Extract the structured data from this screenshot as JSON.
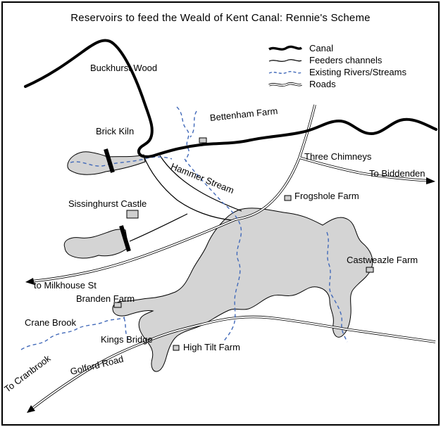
{
  "title": "Reservoirs to feed the Weald of Kent Canal: Rennie's Scheme",
  "legend": {
    "items": [
      {
        "id": "canal",
        "label": "Canal"
      },
      {
        "id": "feeders",
        "label": "Feeders channels"
      },
      {
        "id": "streams",
        "label": "Existing Rivers/Streams"
      },
      {
        "id": "roads",
        "label": "Roads"
      }
    ]
  },
  "labels": {
    "buckhurst_wood": "Buckhurst Wood",
    "brick_kiln": "Brick Kiln",
    "bettenham_farm": "Bettenham Farm",
    "three_chimneys": "Three Chimneys",
    "to_biddenden": "To Biddenden",
    "hammer_stream": "Hammer Stream",
    "frogshole_farm": "Frogshole Farm",
    "sissinghurst_castle": "Sissinghurst Castle",
    "castweazle_farm": "Castweazle Farm",
    "to_milkhouse_st": "to Milkhouse St",
    "branden_farm": "Branden Farm",
    "crane_brook": "Crane Brook",
    "kings_bridge": "Kings Bridge",
    "high_tilt_farm": "High Tilt Farm",
    "golford_road": "Golford Road",
    "to_cranbrook": "To Cranbrook"
  },
  "colors": {
    "canal": "#000000",
    "feeder": "#000000",
    "stream": "#4169b9",
    "road": "#000000",
    "reservoir_fill": "#d4d4d4",
    "background": "#ffffff",
    "text": "#000000"
  }
}
